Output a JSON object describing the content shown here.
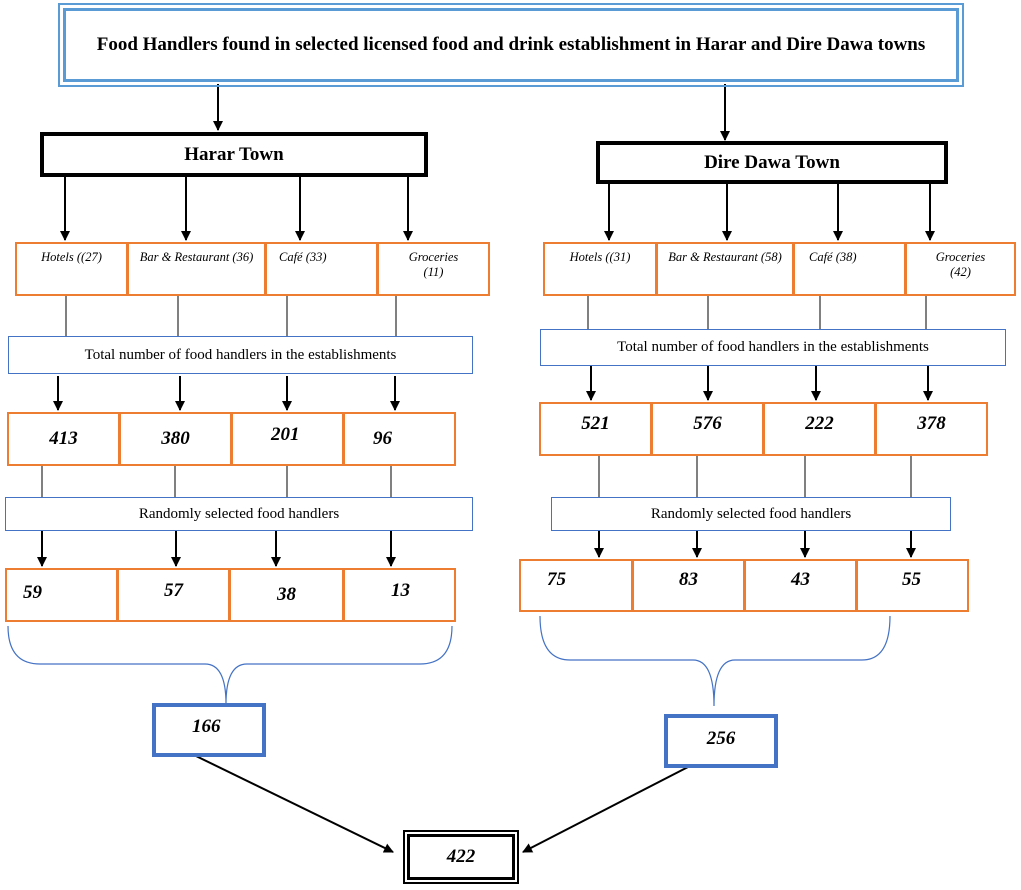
{
  "title": "Food Handlers found in selected licensed food and drink establishment in Harar and Dire Dawa towns",
  "towns": [
    {
      "name": "Harar Town",
      "categories": [
        "Hotels ((27)",
        "Bar & Restaurant (36)",
        "Café (33)",
        "Groceries (11)"
      ],
      "total_label": "Total number of food handlers in the establishments",
      "totals": [
        "413",
        "380",
        "201",
        "96"
      ],
      "random_label": "Randomly selected food handlers",
      "selected": [
        "59",
        "57",
        "38",
        "13"
      ],
      "sum": "166"
    },
    {
      "name": "Dire Dawa Town",
      "categories": [
        "Hotels ((31)",
        "Bar & Restaurant (58)",
        "Café (38)",
        "Groceries (42)"
      ],
      "total_label": "Total number of food handlers in the establishments",
      "totals": [
        "521",
        "576",
        "222",
        "378"
      ],
      "random_label": "Randomly selected food handlers",
      "selected": [
        "75",
        "83",
        "43",
        "55"
      ],
      "sum": "256"
    }
  ],
  "grand_total": "422"
}
